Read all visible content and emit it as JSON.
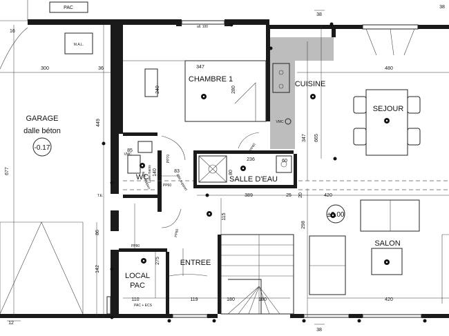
{
  "rooms": {
    "garage": "GARAGE",
    "garage_sub": "dalle béton",
    "garage_level": "-0.17",
    "chambre": "CHAMBRE 1",
    "cuisine": "CUISINE",
    "sejour": "SEJOUR",
    "wc": "WC",
    "salle_eau": "SALLE D'EAU",
    "entree": "ENTREE",
    "local": "LOCAL",
    "local_sub": "PAC",
    "salon": "SALON",
    "salon_level": "±0.00"
  },
  "labels": {
    "pac_top": "PAC",
    "mal": "M.A.L.",
    "alt100": "all. 100",
    "vmc": "VMC",
    "vmc_wc": "VMC",
    "pac_ecs": "PAC + ECS",
    "te": "T.E.",
    "pp70": "PP70",
    "pp60a": "PP60",
    "pp60b": "PP60",
    "pp80a": "PP80",
    "pp80b": "PP80",
    "bati": "Bâti support",
    "lave": "Lave mains",
    "bati2": "Bâti support"
  },
  "dims": {
    "d16": "16",
    "d38a": "38",
    "d38b": "38",
    "d38c": "38",
    "d300": "300",
    "d36": "36",
    "d347a": "347",
    "d480": "480",
    "d449": "449",
    "d240": "240",
    "d280": "280",
    "d347b": "347",
    "d665": "665",
    "d677": "677",
    "d85": "85",
    "d140": "140",
    "d83": "83",
    "d236": "236",
    "d80": "80",
    "d60": "60",
    "d389": "389",
    "d25": "25",
    "d20": "20",
    "d420a": "420",
    "d115": "115",
    "d298": "298",
    "d86": "86",
    "d142": "142",
    "d275": "275",
    "d110": "110",
    "d119": "119",
    "d180a": "180",
    "d180b": "180",
    "d420b": "420",
    "d12": "12"
  }
}
